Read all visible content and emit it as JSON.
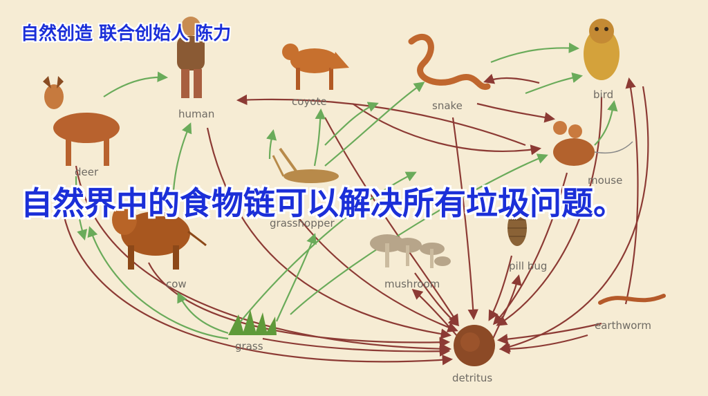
{
  "overlay": {
    "top_caption": "自然创造 联合创始人 陈力",
    "main_caption": "自然界中的食物链可以解决所有垃圾问题。"
  },
  "nodes": {
    "human": "human",
    "coyote": "coyote",
    "snake": "snake",
    "bird": "bird",
    "deer": "deer",
    "mouse": "mouse",
    "grasshopper": "grasshopper",
    "cow": "cow",
    "mushroom": "mushroom",
    "pill_bug": "pill bug",
    "earthworm": "earthworm",
    "grass": "grass",
    "detritus": "detritus"
  },
  "colors": {
    "background": "#f6ecd4",
    "consume_arrow": "#6aab5a",
    "decompose_arrow": "#8c3a34",
    "caption": "#1b2fd8",
    "label": "#6e6a63"
  }
}
